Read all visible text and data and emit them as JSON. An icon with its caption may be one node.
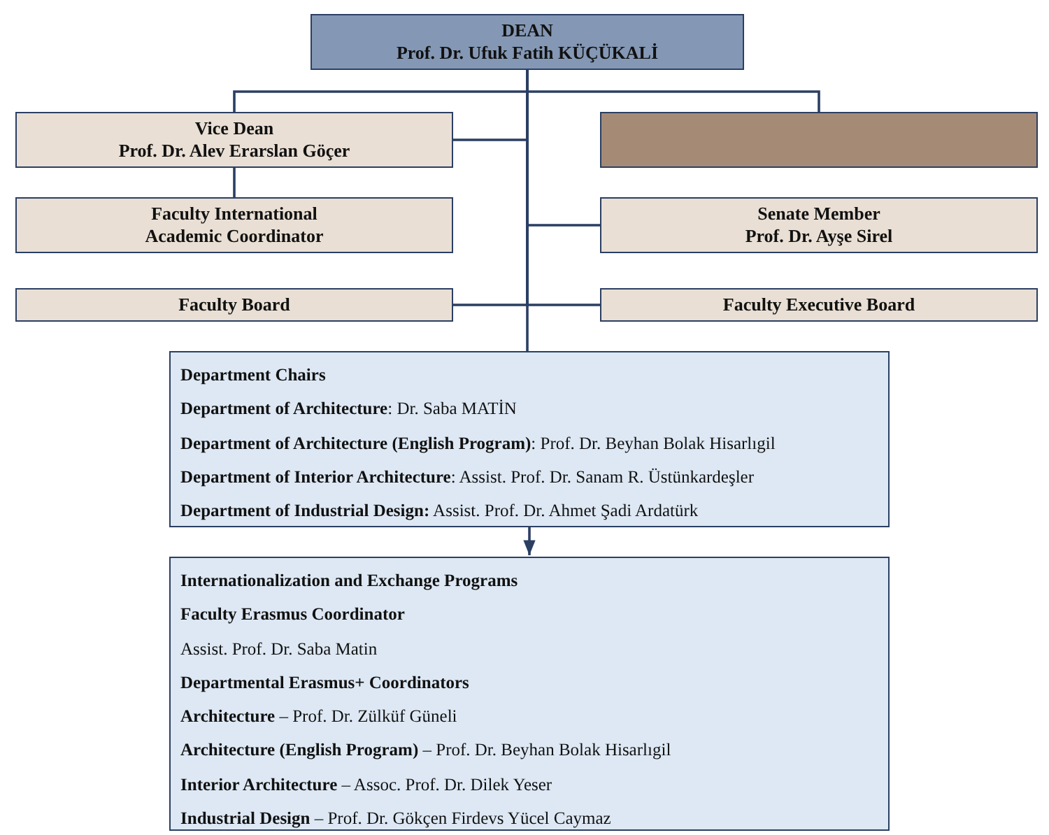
{
  "diagram": {
    "nodes": [
      {
        "text": [
          "DEAN",
          "Prof. Dr. Ufuk Fatih KÜÇÜKALİ"
        ]
      },
      {
        "text": [
          "Vice Dean",
          "Prof. Dr. Alev Erarslan Göçer"
        ]
      },
      {
        "text": [],
        "shape": "box"
      },
      {
        "text": [
          "Faculty International Academic Coordinator"
        ]
      },
      {
        "text": [
          "Senate Member",
          "Prof. Dr. Ayşe Sirel"
        ]
      },
      {
        "text": [
          "Faculty Board"
        ]
      },
      {
        "text": [
          "Faculty Executive Board"
        ]
      },
      {
        "text": [
          "**Department Chairs**",
          "**Department of Architecture**: Dr. Saba MATİN",
          "**Department of Architecture (English Program)**: Prof. Dr. Beyhan Bolak Hisarlıgil",
          "**Department of Interior Architecture**: Assist. Prof. Dr. Sanam R. Üstünkardeşler",
          "**Department of Industrial Design:** Assist. Prof. Dr. Ahmet Şadi Ardatürk"
        ]
      },
      {
        "text": [
          "**Internationalization and Exchange Programs**",
          "**Faculty Erasmus Coordinator**",
          "Assist. Prof. Dr. Saba Matin",
          "**Departmental Erasmus+ Coordinators**",
          "**Architecture** – Prof. Dr. Zülküf Güneli",
          "**Architecture (English Program)** – Prof. Dr. Beyhan Bolak Hisarlıgil",
          "**Interior Architecture** – Assoc. Prof. Dr. Dilek Yeser",
          "**Industrial Design** – Prof. Dr. Gökçen Firdevs Yücel Caymaz"
        ]
      }
    ],
    "edges": [
      {
        "from": 0,
        "to": 1,
        "arrow": "none"
      },
      {
        "from": 0,
        "to": 2,
        "arrow": "none"
      },
      {
        "from": 0,
        "to": 1,
        "arrow": "none"
      },
      {
        "from": 1,
        "to": 3,
        "arrow": "none"
      },
      {
        "from": 0,
        "to": 4,
        "arrow": "none"
      },
      {
        "from": 0,
        "to": 5,
        "arrow": "none"
      },
      {
        "from": 0,
        "to": 6,
        "arrow": "none"
      },
      {
        "from": 0,
        "to": 7,
        "arrow": "none"
      },
      {
        "from": 7,
        "to": 8,
        "arrow": "to"
      }
    ]
  }
}
